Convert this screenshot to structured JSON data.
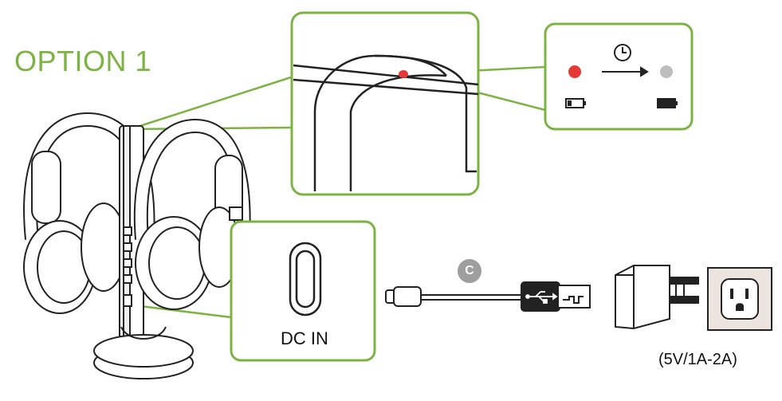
{
  "title": "OPTION 1",
  "dc_in_label": "DC IN",
  "power_spec": "(5V/1A-2A)",
  "cable_badge": "C",
  "colors": {
    "accent_green": "#7cb342",
    "led_red": "#e53935",
    "led_grey": "#bdbdbd",
    "badge_grey": "#9e9e9e"
  },
  "icons": [
    "clock-icon",
    "arrow-right-icon",
    "battery-low-icon",
    "battery-full-icon",
    "usb-icon",
    "wall-outlet-icon",
    "power-adapter-icon",
    "headphone-icon",
    "usb-c-port-icon"
  ]
}
